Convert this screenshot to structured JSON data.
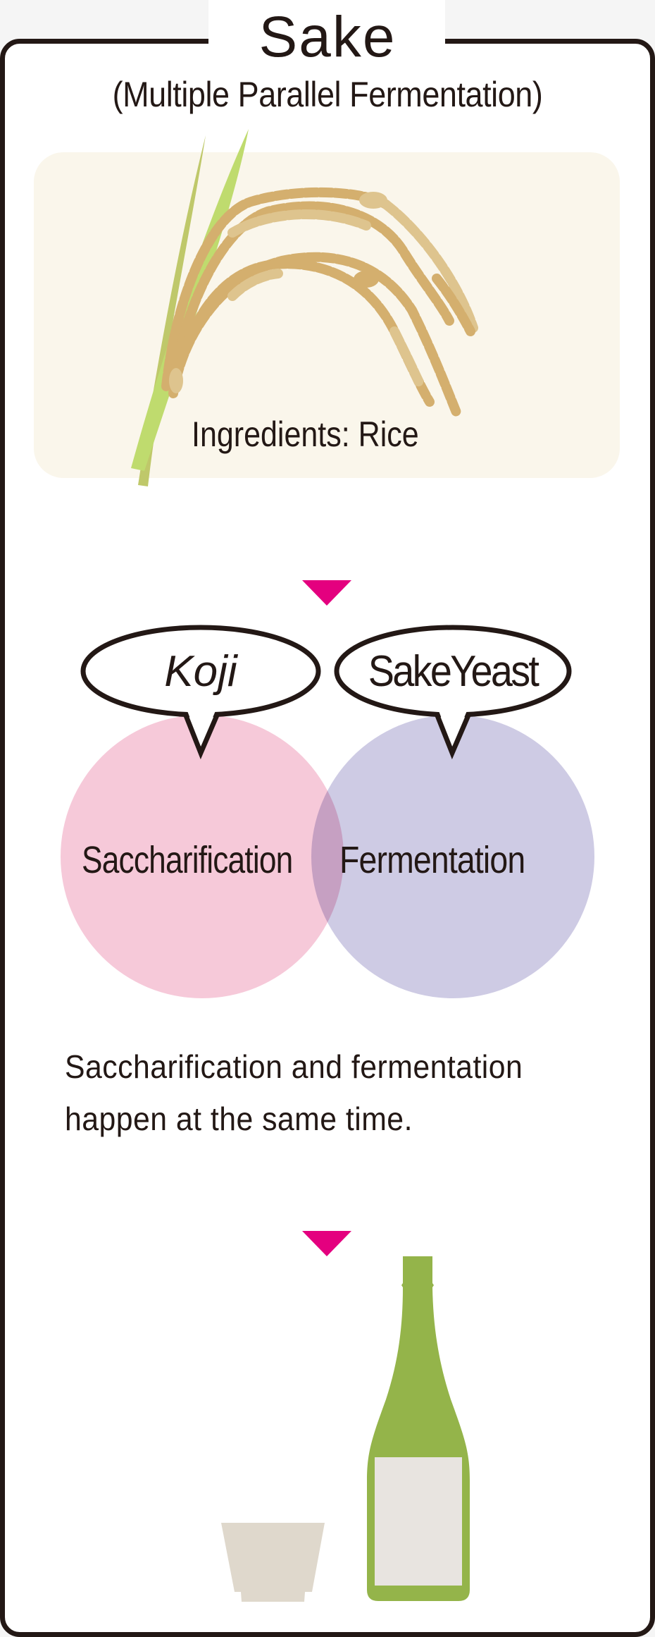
{
  "header": {
    "title": "Sake",
    "subtitle": "(Multiple Parallel Fermentation)"
  },
  "ingredients": {
    "label": "Ingredients: Rice",
    "icon": "rice-stalk-icon"
  },
  "flow_arrows": [
    {
      "icon": "down-arrow-icon",
      "color": "#e4007f"
    },
    {
      "icon": "down-arrow-icon",
      "color": "#e4007f"
    }
  ],
  "agents": [
    {
      "name": "Koji",
      "process": "Saccharification",
      "color": "#f6c9d9"
    },
    {
      "name": "SakeYeast",
      "process": "Fermentation",
      "color": "#cecbe4"
    }
  ],
  "overlap_color": "#c6a0c4",
  "description": {
    "line1": "Saccharification and fermentation",
    "line2": "happen at the same time."
  },
  "product": {
    "icons": [
      "sake-cup-icon",
      "sake-bottle-icon"
    ],
    "bottle_color": "#94b44a",
    "label_color": "#e8e4e0",
    "cup_color": "#dfd8cc"
  },
  "colors": {
    "border": "#231815",
    "panel_bg": "#faf6eb",
    "accent": "#e4007f"
  }
}
